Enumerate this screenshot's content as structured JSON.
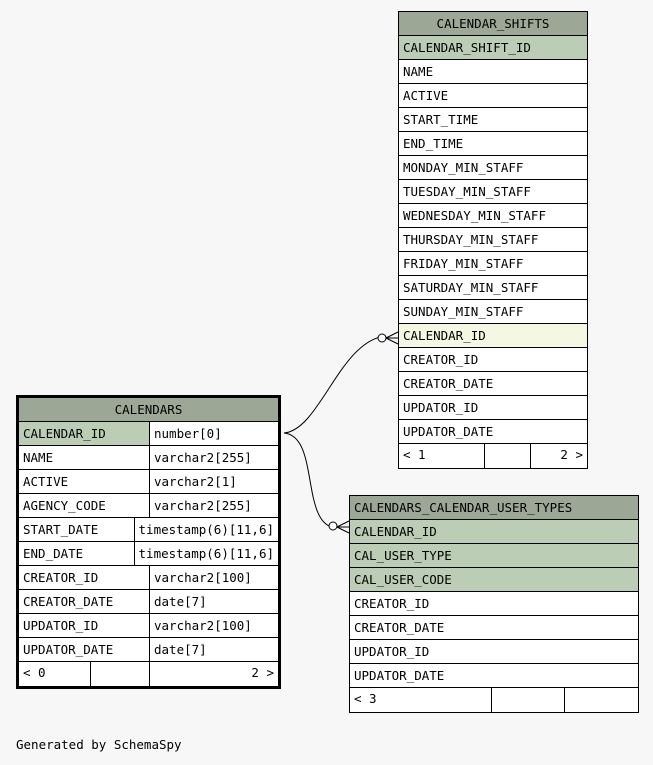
{
  "calendar_shifts": {
    "title": "CALENDAR_SHIFTS",
    "columns": [
      {
        "name": "CALENDAR_SHIFT_ID",
        "kind": "pk"
      },
      {
        "name": "NAME",
        "kind": ""
      },
      {
        "name": "ACTIVE",
        "kind": ""
      },
      {
        "name": "START_TIME",
        "kind": ""
      },
      {
        "name": "END_TIME",
        "kind": ""
      },
      {
        "name": "MONDAY_MIN_STAFF",
        "kind": ""
      },
      {
        "name": "TUESDAY_MIN_STAFF",
        "kind": ""
      },
      {
        "name": "WEDNESDAY_MIN_STAFF",
        "kind": ""
      },
      {
        "name": "THURSDAY_MIN_STAFF",
        "kind": ""
      },
      {
        "name": "FRIDAY_MIN_STAFF",
        "kind": ""
      },
      {
        "name": "SATURDAY_MIN_STAFF",
        "kind": ""
      },
      {
        "name": "SUNDAY_MIN_STAFF",
        "kind": ""
      },
      {
        "name": "CALENDAR_ID",
        "kind": "fk"
      },
      {
        "name": "CREATOR_ID",
        "kind": ""
      },
      {
        "name": "CREATOR_DATE",
        "kind": ""
      },
      {
        "name": "UPDATOR_ID",
        "kind": ""
      },
      {
        "name": "UPDATOR_DATE",
        "kind": ""
      }
    ],
    "footer": {
      "parents": "< 1",
      "children": "2 >"
    }
  },
  "calendars": {
    "title": "CALENDARS",
    "columns": [
      {
        "name": "CALENDAR_ID",
        "type": "number[0]",
        "kind": "pk"
      },
      {
        "name": "NAME",
        "type": "varchar2[255]",
        "kind": ""
      },
      {
        "name": "ACTIVE",
        "type": "varchar2[1]",
        "kind": ""
      },
      {
        "name": "AGENCY_CODE",
        "type": "varchar2[255]",
        "kind": ""
      },
      {
        "name": "START_DATE",
        "type": "timestamp(6)[11,6]",
        "kind": ""
      },
      {
        "name": "END_DATE",
        "type": "timestamp(6)[11,6]",
        "kind": ""
      },
      {
        "name": "CREATOR_ID",
        "type": "varchar2[100]",
        "kind": ""
      },
      {
        "name": "CREATOR_DATE",
        "type": "date[7]",
        "kind": ""
      },
      {
        "name": "UPDATOR_ID",
        "type": "varchar2[100]",
        "kind": ""
      },
      {
        "name": "UPDATOR_DATE",
        "type": "date[7]",
        "kind": ""
      }
    ],
    "footer": {
      "parents": "< 0",
      "children": "2 >"
    }
  },
  "calendars_calendar_user_types": {
    "title": "CALENDARS_CALENDAR_USER_TYPES",
    "columns": [
      {
        "name": "CALENDAR_ID",
        "kind": "pk"
      },
      {
        "name": "CAL_USER_TYPE",
        "kind": "pk"
      },
      {
        "name": "CAL_USER_CODE",
        "kind": "pk"
      },
      {
        "name": "CREATOR_ID",
        "kind": ""
      },
      {
        "name": "CREATOR_DATE",
        "kind": ""
      },
      {
        "name": "UPDATOR_ID",
        "kind": ""
      },
      {
        "name": "UPDATOR_DATE",
        "kind": ""
      }
    ],
    "footer": {
      "parents": "< 3",
      "children": ""
    }
  },
  "credit": "Generated by SchemaSpy",
  "colors": {
    "header": "#9ca895",
    "primary_key": "#bccdb5",
    "foreign_key": "#f4f7e1",
    "background": "#f7f7f7"
  }
}
